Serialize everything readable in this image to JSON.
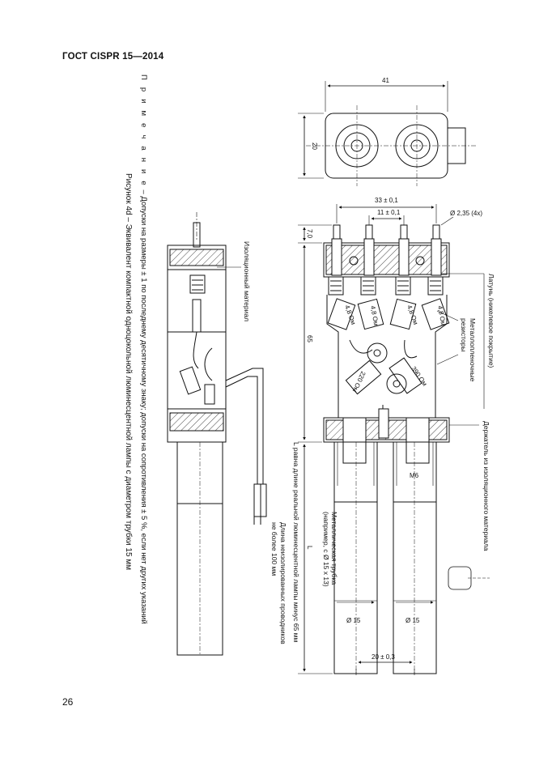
{
  "page": {
    "header": "ГОСТ CISPR 15—2014",
    "page_number": "26",
    "note_prefix": "П р и м е ч а н и е",
    "note_text": " – Допуски на размеры ± 1 по последнему десятичному знаку; допуски на сопротивления ± 5 %, если нет других указаний",
    "caption": "Рисунок 4d – Эквивалент компактной одноцокольной люминесцентной лампы с диаметром трубки 15 мм"
  },
  "figure": {
    "labels": {
      "insulating_material": "Изоляционный материал",
      "conductor_length_1": "Длина неизолированных проводников",
      "conductor_length_2": "не более 100 мм",
      "L_note": "L равна длине реальной люминесцентной лампы минус 65 мм",
      "brass": "Латунь (никелевое покрытие)",
      "resistors_1": "Металлопленочные",
      "resistors_2": "резисторы",
      "holder": "Держатель из изоляционного материала",
      "tube_1": "Металлическая трубка",
      "tube_2": "(например, с Ø 15 x 13)",
      "resistor_value": "4,8 Ом",
      "resistor_value_2": "220 Ом",
      "resistor_value_3": "390 Ом"
    },
    "dimensions": {
      "d41": "41",
      "d20": "20",
      "d33": "33 ± 0,1",
      "d11": "11 ± 0,1",
      "d236": "Ø 2,35 (4x)",
      "d7": "7,0",
      "d65": "65",
      "dL": "L",
      "dM6": "M6",
      "d15a": "Ø 15",
      "d15b": "Ø 15",
      "d20b": "20 ± 0,3"
    }
  }
}
